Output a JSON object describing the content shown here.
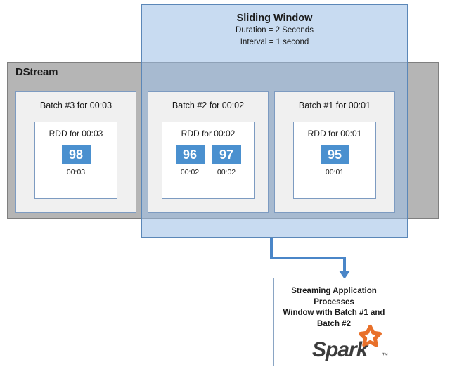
{
  "diagram": {
    "title": "Spark Streaming Sliding Window over DStream",
    "dstream": {
      "label": "DStream"
    },
    "sliding_window": {
      "title": "Sliding Window",
      "duration_line": "Duration = 2 Seconds",
      "interval_line": "Interval = 1 second"
    },
    "batches": [
      {
        "title": "Batch #3 for 00:03",
        "rdd_title": "RDD for 00:03",
        "values": [
          {
            "number": "98",
            "time": "00:03"
          }
        ]
      },
      {
        "title": "Batch #2 for 00:02",
        "rdd_title": "RDD for 00:02",
        "values": [
          {
            "number": "96",
            "time": "00:02"
          },
          {
            "number": "97",
            "time": "00:02"
          }
        ]
      },
      {
        "title": "Batch #1 for 00:01",
        "rdd_title": "RDD for 00:01",
        "values": [
          {
            "number": "95",
            "time": "00:01"
          }
        ]
      }
    ],
    "process_box": {
      "line1": "Streaming Application",
      "line2": "Processes",
      "line3": "Window with Batch #1 and",
      "line4": "Batch #2",
      "logo_text": "Spark",
      "logo_name": "spark-logo"
    },
    "colors": {
      "dstream_fill": "#b5b5b5",
      "dstream_border": "#7f7f7f",
      "window_fill": "#c5d9ee",
      "window_border": "#5b87b8",
      "overlap_fill": "#8fa8c8",
      "batch_fill": "#f0f0f0",
      "batch_border": "#7d9bc1",
      "rdd_fill": "#ffffff",
      "value_chip": "#4a90cf",
      "value_text": "#ffffff",
      "connector": "#4a86c8",
      "spark_star": "#e8702a",
      "spark_word": "#3b3b3b",
      "text": "#1a1a1a"
    }
  }
}
